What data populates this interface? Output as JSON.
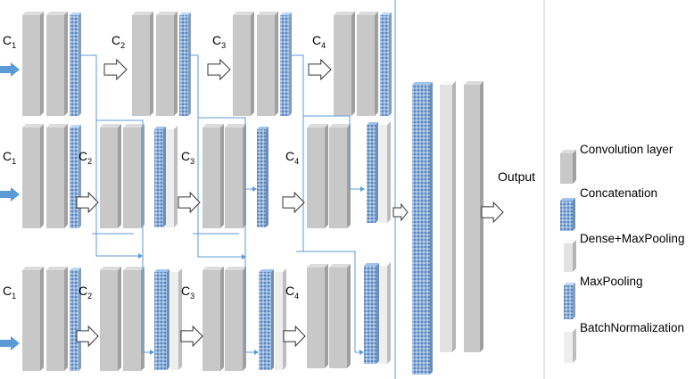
{
  "diagram": {
    "columns": {
      "c1": {
        "main": "C",
        "sub": "1"
      },
      "c2": {
        "main": "C",
        "sub": "2"
      },
      "c3": {
        "main": "C",
        "sub": "3"
      },
      "c4": {
        "main": "C",
        "sub": "4"
      }
    },
    "output_label": "Output",
    "legend": [
      {
        "label": "Convolution layer",
        "kind": "conv"
      },
      {
        "label": "Concatenation",
        "kind": "concat"
      },
      {
        "label": "Dense+MaxPooling",
        "kind": "dense"
      },
      {
        "label": "MaxPooling",
        "kind": "maxpool"
      },
      {
        "label": "BatchNormalization",
        "kind": "batchnorm"
      }
    ],
    "colors": {
      "conv": "#c8c8c8",
      "concat": "#8fb1d9",
      "dense": "#e2e2e2",
      "maxpool": "#aac4e2",
      "batchnorm": "#eeeeee",
      "input_arrow": "#5b9bd5",
      "connector": "#5b9bd5"
    }
  }
}
